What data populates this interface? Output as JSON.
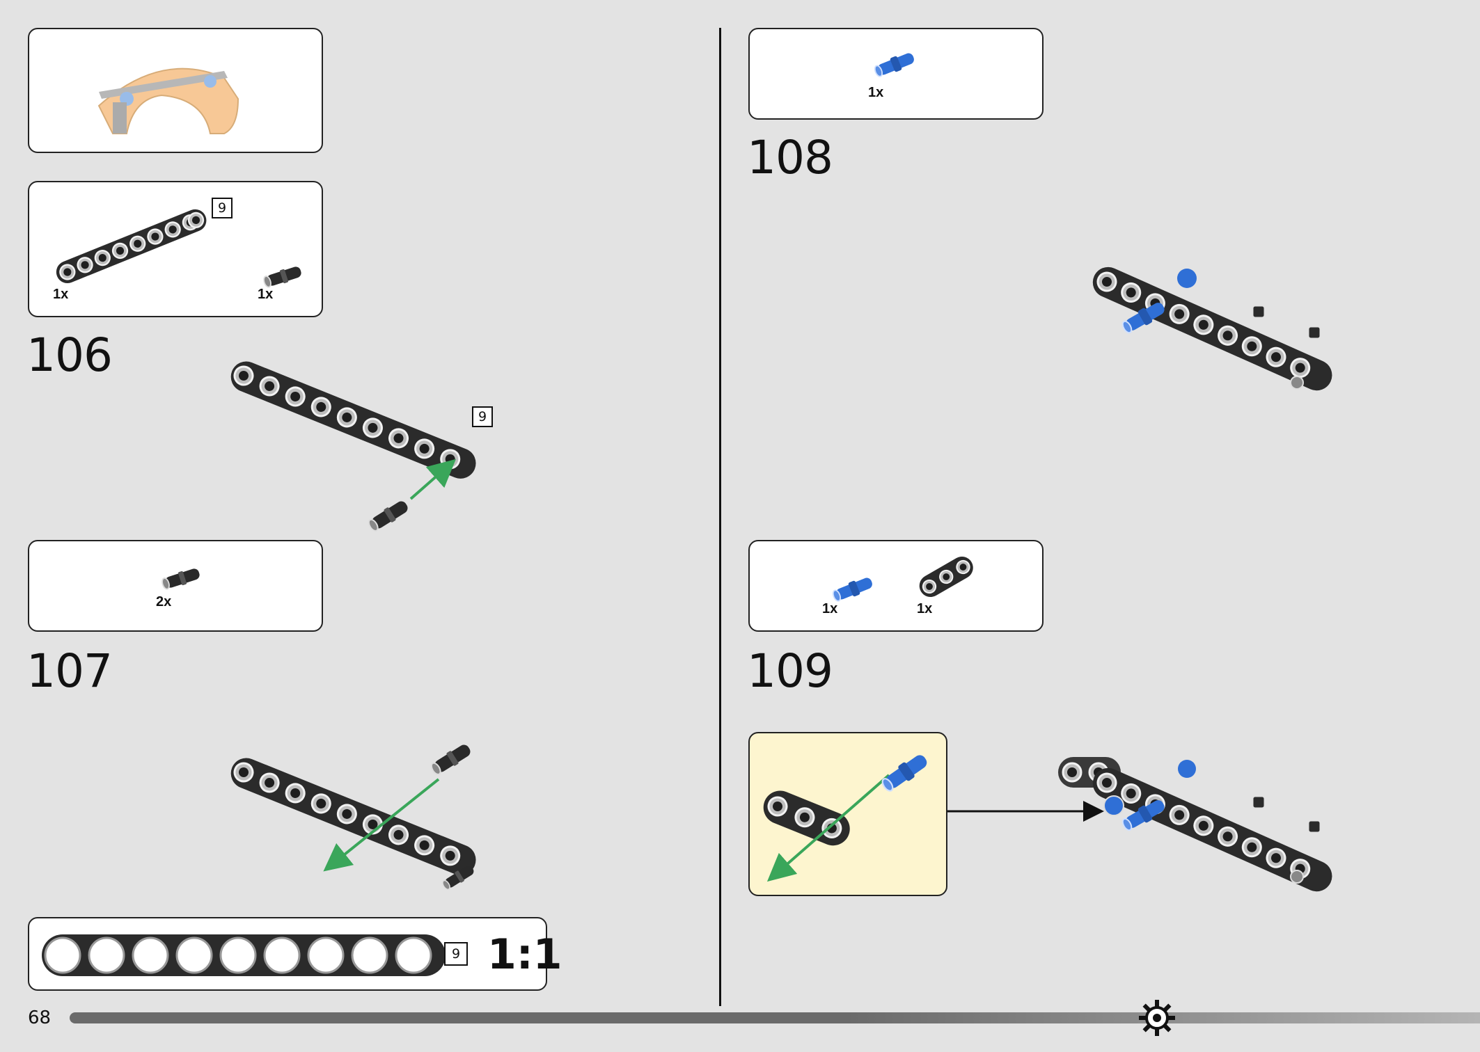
{
  "page": {
    "number": "68",
    "progress": 0.74
  },
  "steps": [
    {
      "number": "106",
      "parts": [
        {
          "qty": "1x",
          "name": "beam",
          "length": "9"
        },
        {
          "qty": "1x",
          "name": "pin"
        }
      ],
      "beam_length": "9"
    },
    {
      "number": "107",
      "parts": [
        {
          "qty": "2x",
          "name": "pin"
        }
      ]
    },
    {
      "number": "108",
      "parts": [
        {
          "qty": "1x",
          "name": "blue-axle-pin"
        }
      ]
    },
    {
      "number": "109",
      "parts": [
        {
          "qty": "1x",
          "name": "blue-axle-pin"
        },
        {
          "qty": "1x",
          "name": "beam-3"
        }
      ]
    }
  ],
  "scale_ruler": {
    "length": "9",
    "ratio": "1:1"
  },
  "colors": {
    "beam": "#2b2b2b",
    "blue": "#2f6fd6",
    "arrow_green": "#3aa65a",
    "callout": "#fdf5cf",
    "background": "#e3e3e3"
  }
}
